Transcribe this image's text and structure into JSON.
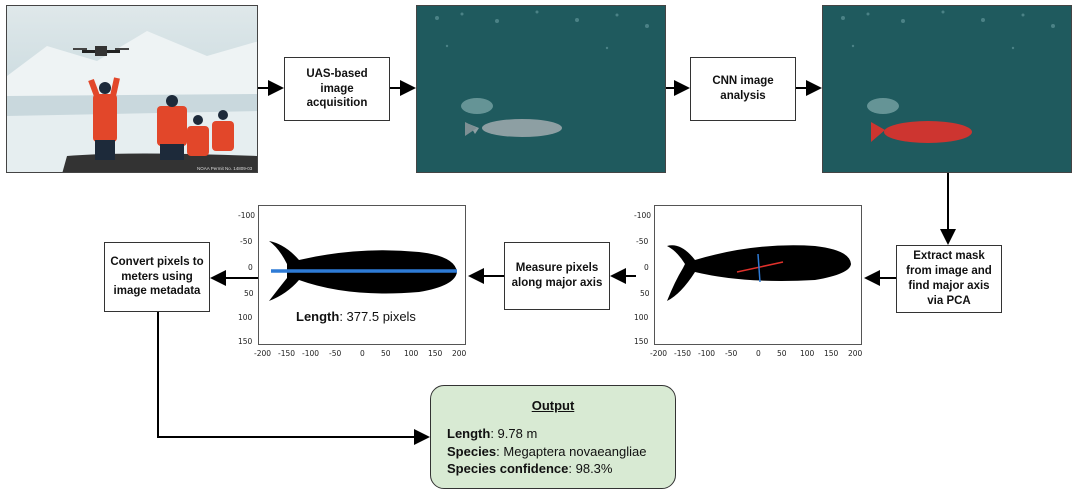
{
  "photos": {
    "field_credit": "NOAA Permit No. 14809-03"
  },
  "steps": {
    "acquisition": "UAS-based image acquisition",
    "cnn": "CNN image analysis",
    "extract": "Extract mask from image and find major axis via PCA",
    "measure": "Measure pixels along major axis",
    "convert": "Convert pixels to meters using image metadata"
  },
  "plot_ticks": {
    "y": [
      "-100",
      "-50",
      "0",
      "50",
      "100",
      "150"
    ],
    "x": [
      "-200",
      "-150",
      "-100",
      "-50",
      "0",
      "50",
      "100",
      "150",
      "200"
    ]
  },
  "length_label": {
    "key": "Length",
    "value": ": 377.5 pixels"
  },
  "output": {
    "title": "Output",
    "length_key": "Length",
    "length_value": ": 9.78 m",
    "species_key": "Species",
    "species_value": ": Megaptera novaeangliae",
    "confidence_key": "Species confidence",
    "confidence_value": ": 98.3%"
  },
  "colors": {
    "ocean": "#1f5a5e",
    "mask_red": "#e0312b",
    "axis_blue": "#2e7bd6",
    "output_bg": "#d8ead3"
  }
}
